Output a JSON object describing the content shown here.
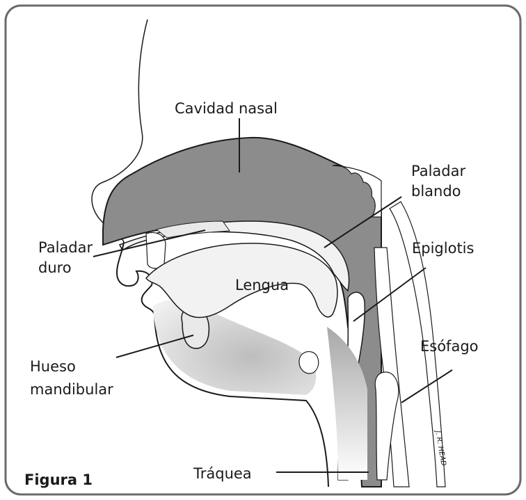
{
  "figure": {
    "caption": "Figura 1",
    "signature": "J. R. HEAD"
  },
  "labels": {
    "nasal_cavity": "Cavidad nasal",
    "soft_palate_line1": "Paladar",
    "soft_palate_line2": "blando",
    "hard_palate_line1": "Paladar",
    "hard_palate_line2": "duro",
    "epiglottis": "Epiglotis",
    "tongue": "Lengua",
    "esophagus": "Esófago",
    "mandible_line1": "Hueso",
    "mandible_line2": "mandibular",
    "trachea": "Tráquea"
  },
  "colors": {
    "frame_border": "#6a6a6a",
    "cavity_fill": "#8c8c8c",
    "tissue_fill": "#f2f2f2",
    "bone_fill": "#e9e9e9",
    "stroke": "#1a1a1a"
  }
}
